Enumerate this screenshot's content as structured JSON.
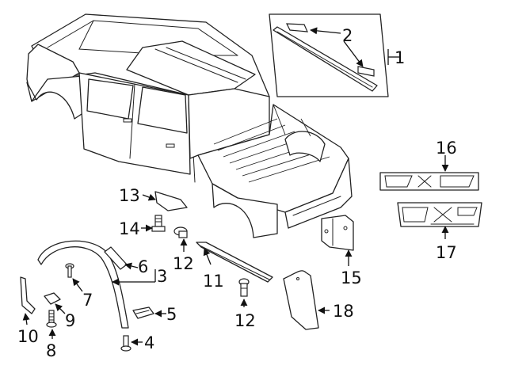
{
  "callouts": {
    "c1": "1",
    "c2": "2",
    "c3": "3",
    "c4": "4",
    "c5": "5",
    "c6": "6",
    "c7": "7",
    "c8": "8",
    "c9": "9",
    "c10": "10",
    "c11": "11",
    "c12a": "12",
    "c12b": "12",
    "c13": "13",
    "c14": "14",
    "c15": "15",
    "c16": "16",
    "c17": "17",
    "c18": "18"
  }
}
